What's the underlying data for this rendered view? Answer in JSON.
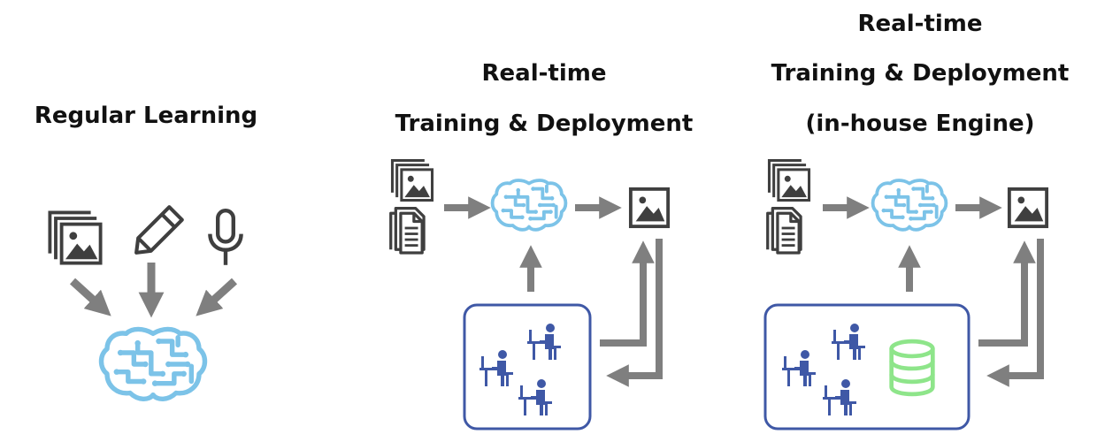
{
  "panels": [
    {
      "title": [
        "Regular Learning"
      ]
    },
    {
      "title": [
        "Real-time",
        "Training & Deployment"
      ]
    },
    {
      "title": [
        "Real-time",
        "Training & Deployment",
        "(in-house Engine)"
      ]
    }
  ],
  "colors": {
    "arrow": "#7f7f7f",
    "icon_dark": "#3f3f3f",
    "brain": "#7cc3e8",
    "team_box": "#3f58a6",
    "people": "#3f58a6",
    "database": "#8ee58a"
  },
  "icons": [
    "images-icon",
    "pencil-icon",
    "microphone-icon",
    "brain-icon",
    "document-icon",
    "image-icon",
    "people-icon",
    "database-icon"
  ]
}
